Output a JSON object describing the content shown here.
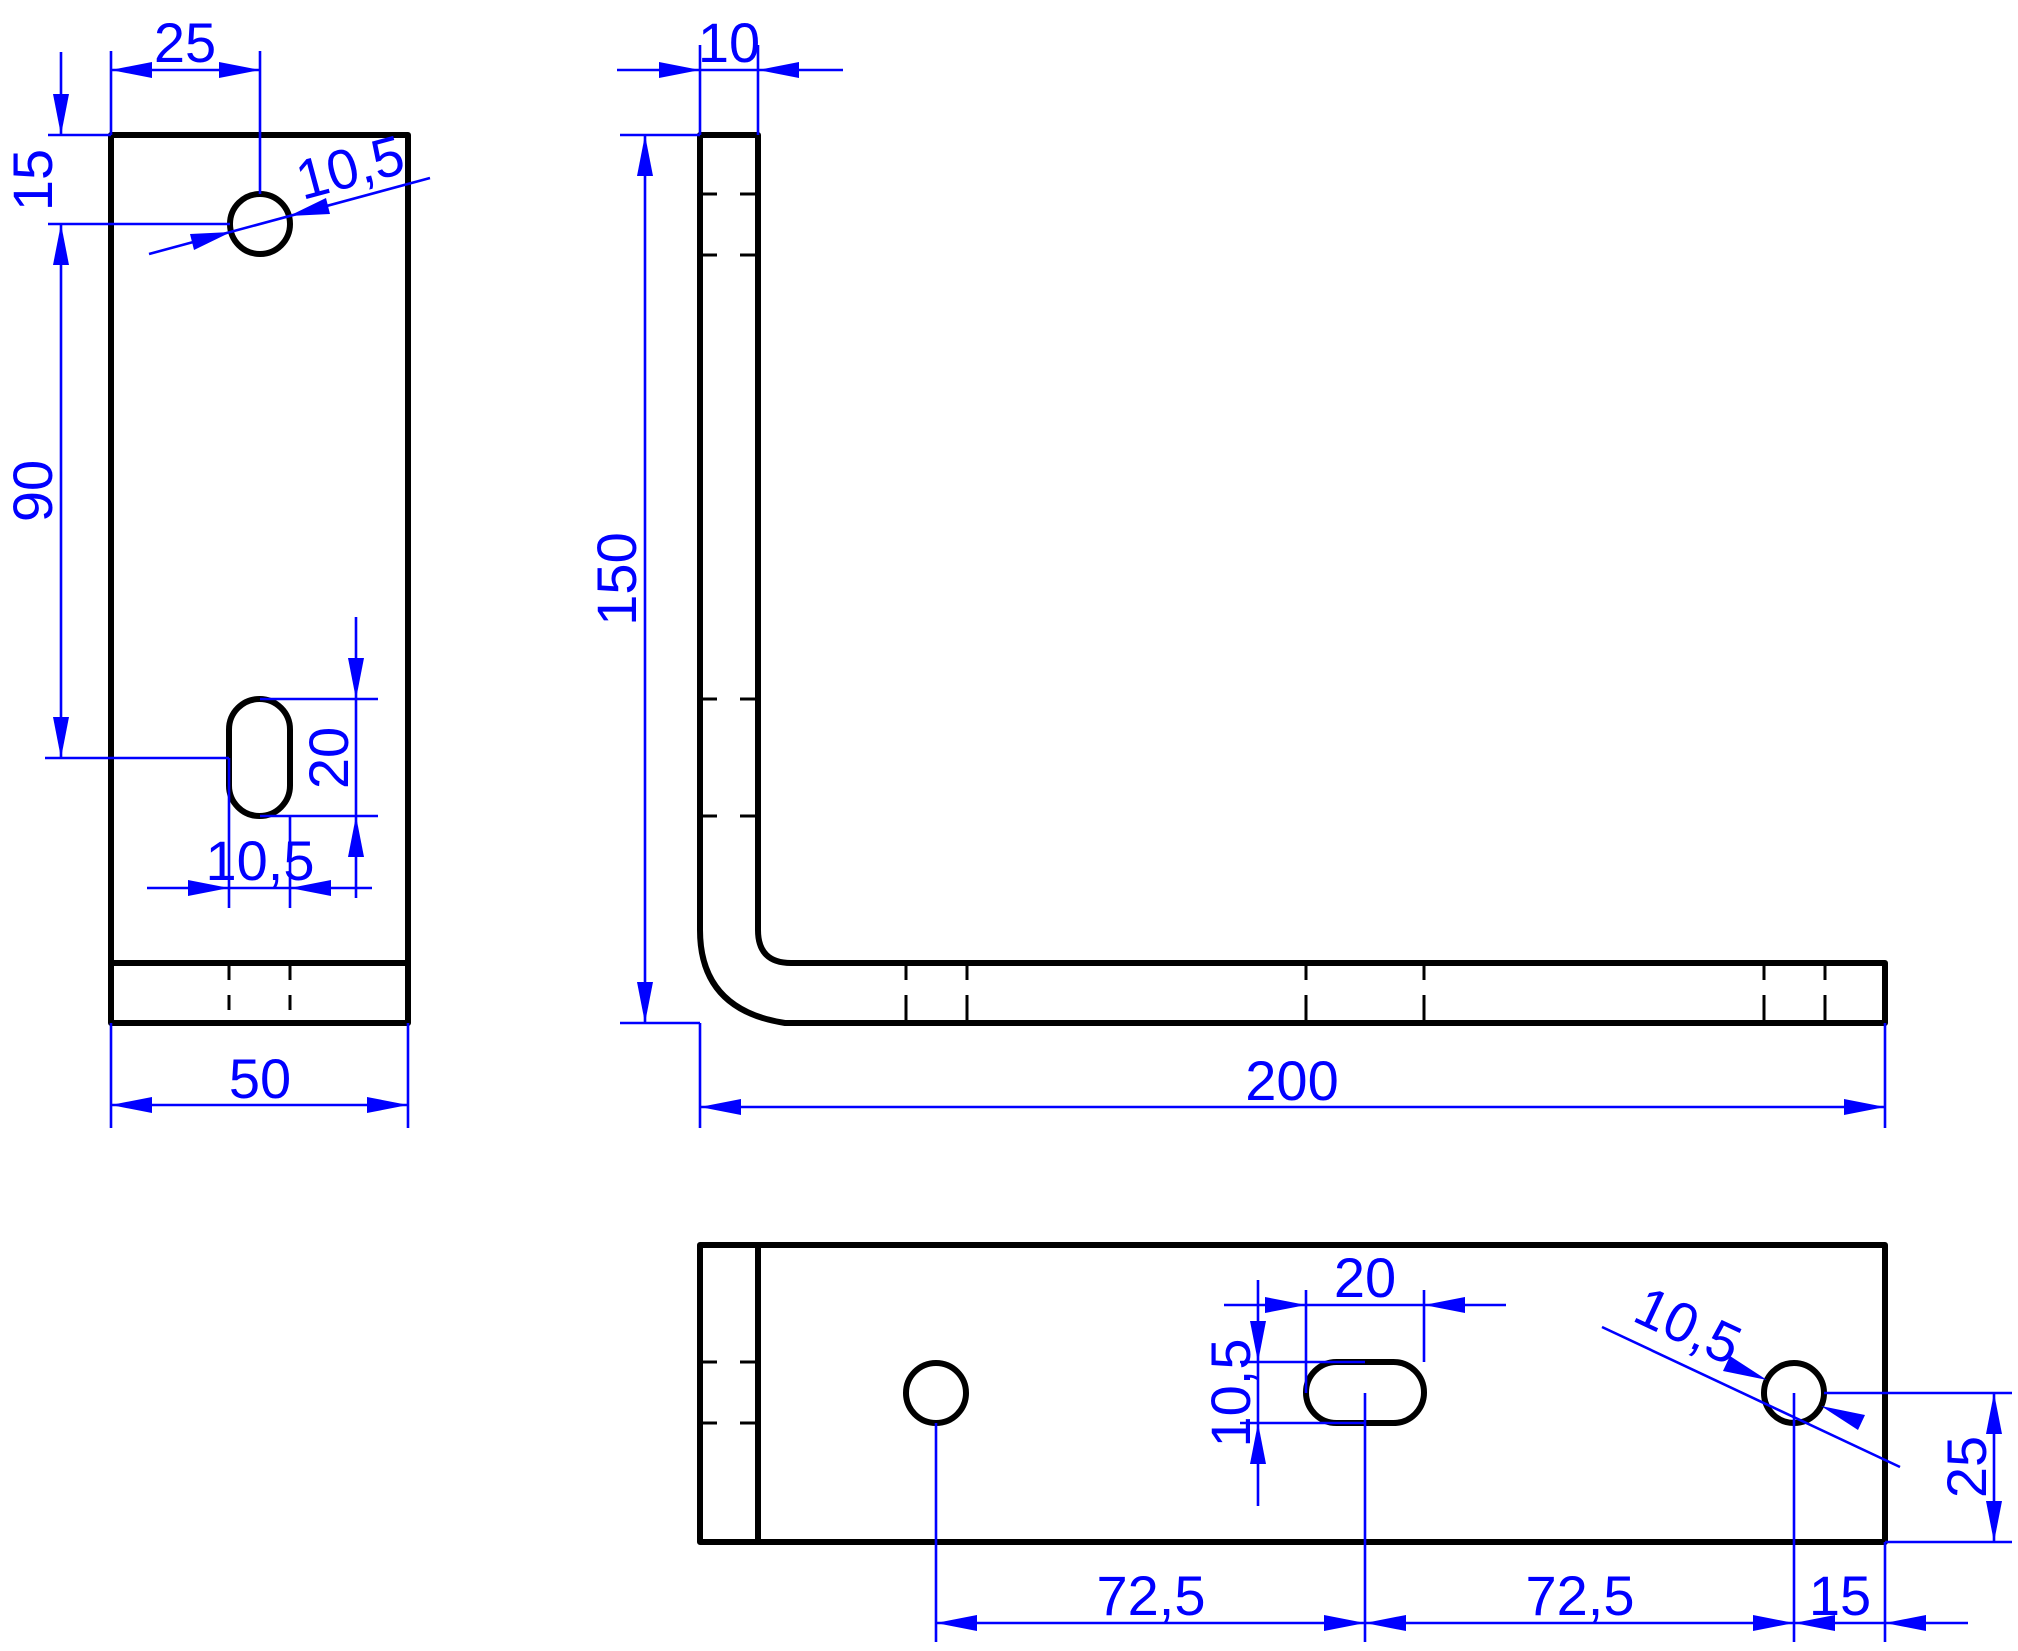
{
  "colors": {
    "part_line": "#000000",
    "dimension": "#0000ff",
    "background": "#ffffff"
  },
  "side_view": {
    "dim_width_top": "25",
    "dim_hole_offset": "15",
    "dim_hole_diameter": "10,5",
    "dim_hole_spacing": "90",
    "dim_slot_length": "20",
    "dim_slot_width": "10,5",
    "dim_overall_width": "50"
  },
  "front_view": {
    "dim_thickness": "10",
    "dim_height": "150",
    "dim_length": "200"
  },
  "top_view": {
    "dim_slot_length": "20",
    "dim_slot_width": "10,5",
    "dim_hole_diameter": "10,5",
    "dim_edge_offset": "25",
    "dim_spacing_left": "72,5",
    "dim_spacing_right": "72,5",
    "dim_end_offset": "15"
  }
}
